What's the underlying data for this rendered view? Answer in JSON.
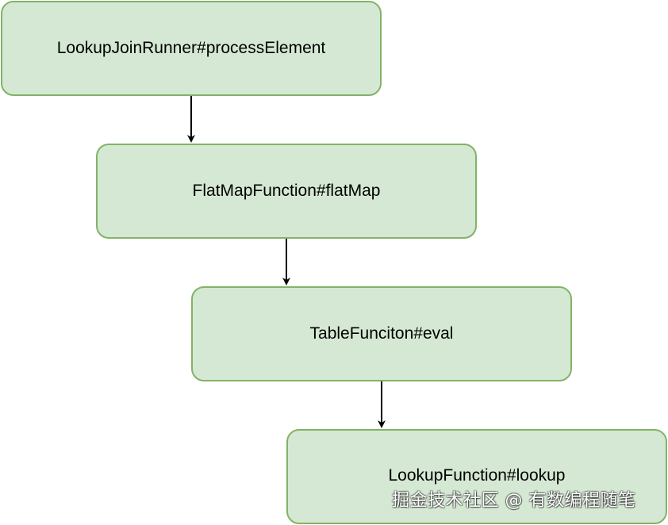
{
  "diagram": {
    "nodes": [
      {
        "id": "node-1",
        "label": "LookupJoinRunner#processElement"
      },
      {
        "id": "node-2",
        "label": "FlatMapFunction#flatMap"
      },
      {
        "id": "node-3",
        "label": "TableFunciton#eval"
      },
      {
        "id": "node-4",
        "label": "LookupFunction#lookup"
      }
    ],
    "edges": [
      {
        "from": "node-1",
        "to": "node-2"
      },
      {
        "from": "node-2",
        "to": "node-3"
      },
      {
        "from": "node-3",
        "to": "node-4"
      }
    ],
    "colors": {
      "node_fill": "#d5e8d4",
      "node_border": "#82b366",
      "edge": "#000000",
      "text": "#000000"
    }
  },
  "watermark": {
    "text": "掘金技术社区 @ 有数编程随笔"
  }
}
